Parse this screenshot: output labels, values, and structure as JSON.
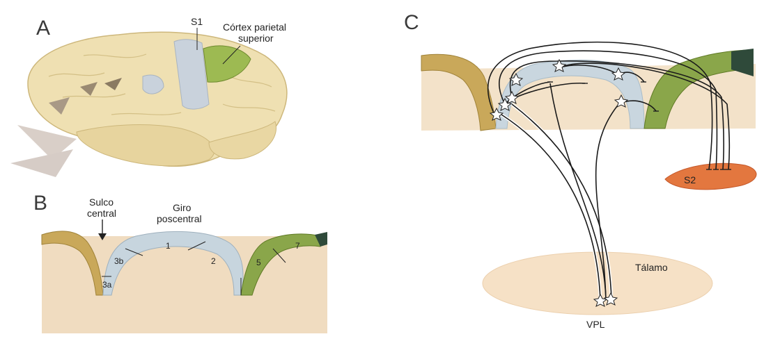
{
  "panels": {
    "a": {
      "letter": "A",
      "s1_label": "S1",
      "parietal_label_line1": "Córtex parietal",
      "parietal_label_line2": "superior"
    },
    "b": {
      "letter": "B",
      "sulcus_line1": "Sulco",
      "sulcus_line2": "central",
      "gyrus_line1": "Giro",
      "gyrus_line2": "poscentral",
      "areas": [
        "1",
        "2",
        "3b",
        "3a",
        "5",
        "7"
      ]
    },
    "c": {
      "letter": "C",
      "s2_label": "S2",
      "thalamus_label": "Tálamo",
      "vpl_label": "VPL"
    }
  },
  "colors": {
    "cortex_tan": "#c9a85a",
    "cortex_green": "#8aa64a",
    "s1_blue": "#c9d6df",
    "tissue": "#f0dcc0",
    "s2_orange": "#e3773f",
    "thalamus": "#f4dcc0"
  }
}
